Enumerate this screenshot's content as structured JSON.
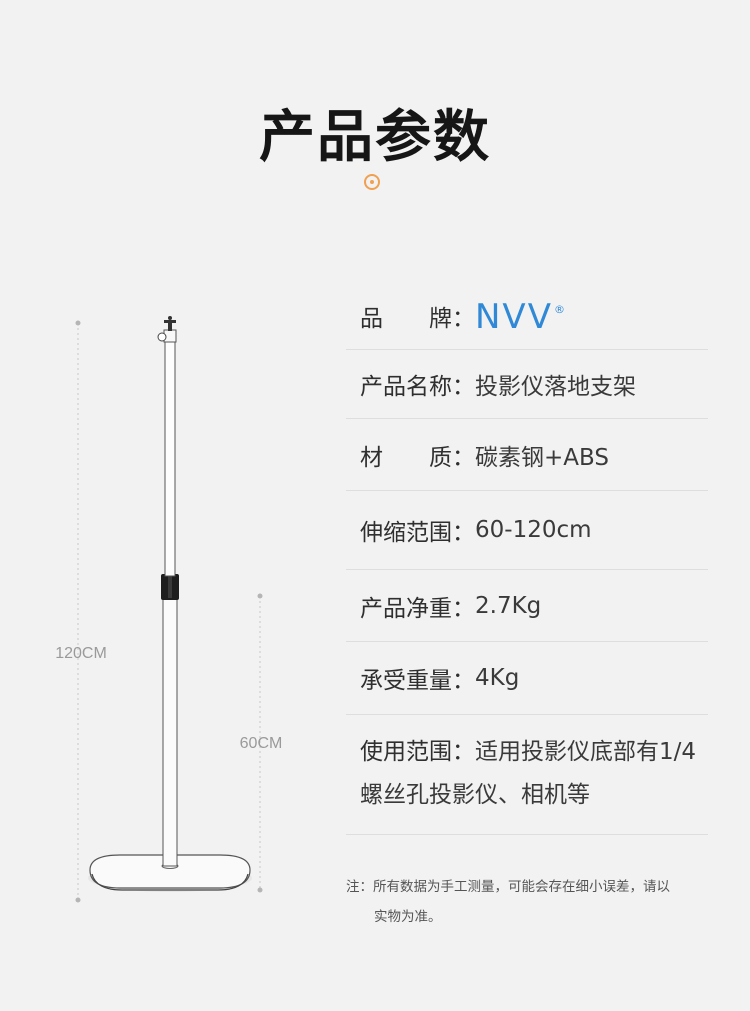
{
  "header": {
    "title": "产品参数"
  },
  "figure": {
    "height_label_total": "120CM",
    "height_label_min": "60CM"
  },
  "brand": {
    "name": "NVV",
    "reg_mark": "®",
    "color": "#2f89d6"
  },
  "specs": [
    {
      "label": "品　　牌：",
      "value": ""
    },
    {
      "label": "产品名称：",
      "value": "投影仪落地支架"
    },
    {
      "label": "材　　质：",
      "value": "碳素钢+ABS"
    },
    {
      "label": "伸缩范围：",
      "value": "60-120cm"
    },
    {
      "label": "产品净重：",
      "value": "2.7Kg"
    },
    {
      "label": "承受重量：",
      "value": "4Kg"
    },
    {
      "label": "使用范围：",
      "value": "适用投影仪底部有1/4螺丝孔投影仪、相机等"
    }
  ],
  "note": {
    "line1": "注：所有数据为手工测量，可能会存在细小误差，请以",
    "line2": "实物为准。"
  },
  "colors": {
    "accent": "#f0a050",
    "background": "#f2f2f2"
  }
}
